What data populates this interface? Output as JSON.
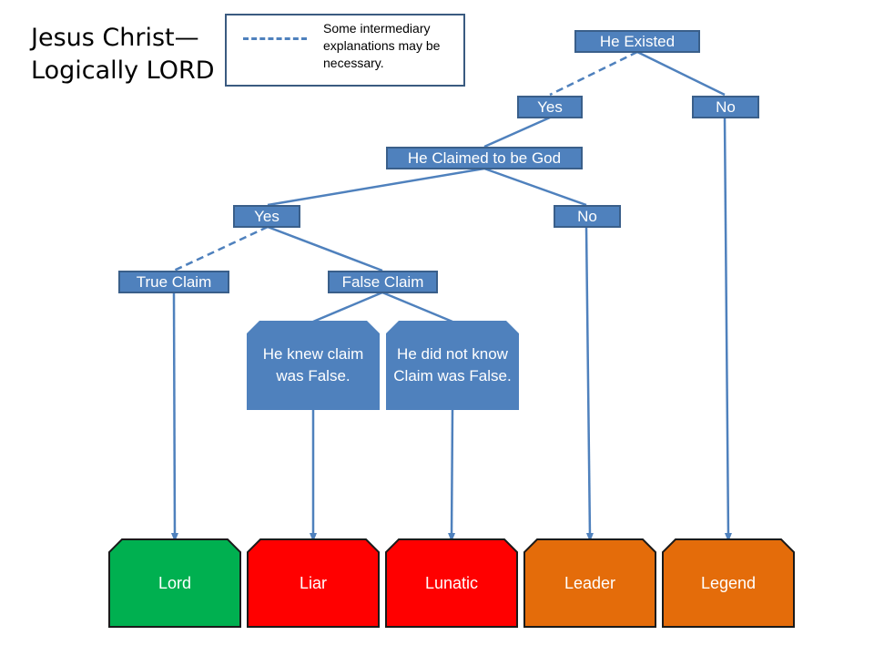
{
  "title": {
    "line1": "Jesus Christ—",
    "line2": "Logically LORD"
  },
  "legend": {
    "text": "Some intermediary explanations may be necessary."
  },
  "nodes": {
    "existed": "He Existed",
    "existed_yes": "Yes",
    "existed_no": "No",
    "claimed": "He Claimed to be God",
    "claimed_yes": "Yes",
    "claimed_no": "No",
    "true_claim": "True Claim",
    "false_claim": "False Claim",
    "knew_false": "He knew claim was False.",
    "not_know_false": "He did not know Claim was False."
  },
  "outcomes": {
    "lord": "Lord",
    "liar": "Liar",
    "lunatic": "Lunatic",
    "leader": "Leader",
    "legend": "Legend"
  },
  "colors": {
    "node_fill": "#4f81bd",
    "node_border": "#3a5f8a",
    "connector": "#4f81bd",
    "lord": "#00b050",
    "liar": "#ff0000",
    "lunatic": "#ff0000",
    "leader": "#e46c0a",
    "legend": "#e46c0a"
  }
}
